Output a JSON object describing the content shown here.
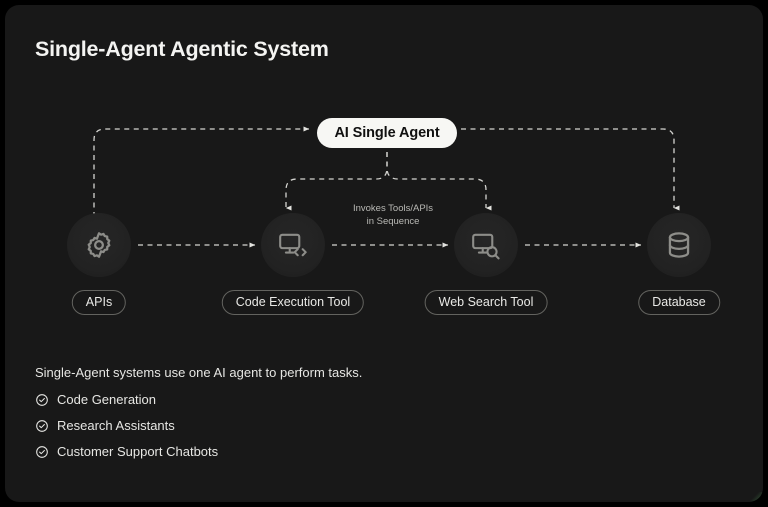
{
  "title": "Single-Agent Agentic System",
  "agent": {
    "label": "AI Single Agent"
  },
  "edge_caption": {
    "line1": "Invokes Tools/APIs",
    "line2": "in Sequence"
  },
  "nodes": [
    {
      "id": "apis",
      "label": "APIs",
      "icon": "gear-icon"
    },
    {
      "id": "code",
      "label": "Code Execution Tool",
      "icon": "monitor-code-icon"
    },
    {
      "id": "search",
      "label": "Web Search Tool",
      "icon": "monitor-search-icon"
    },
    {
      "id": "database",
      "label": "Database",
      "icon": "database-icon"
    }
  ],
  "footer": {
    "description": "Single-Agent systems use one AI agent to perform tasks.",
    "items": [
      {
        "label": "Code Generation",
        "icon": "check-circle-icon"
      },
      {
        "label": "Research Assistants",
        "icon": "check-circle-icon"
      },
      {
        "label": "Customer Support Chatbots",
        "icon": "check-circle-icon"
      }
    ]
  },
  "colors": {
    "page_background": "#000000",
    "card_background": "#181818",
    "text_primary": "#f4f4f2",
    "text_secondary": "#b9b9b5",
    "agent_pill_background": "#f7f7f4",
    "agent_pill_text": "#101010",
    "node_circle": "#242424",
    "edge_stroke": "#d8d8d4",
    "pill_border": "#63635f",
    "corner_accent": "#3d6b42"
  }
}
